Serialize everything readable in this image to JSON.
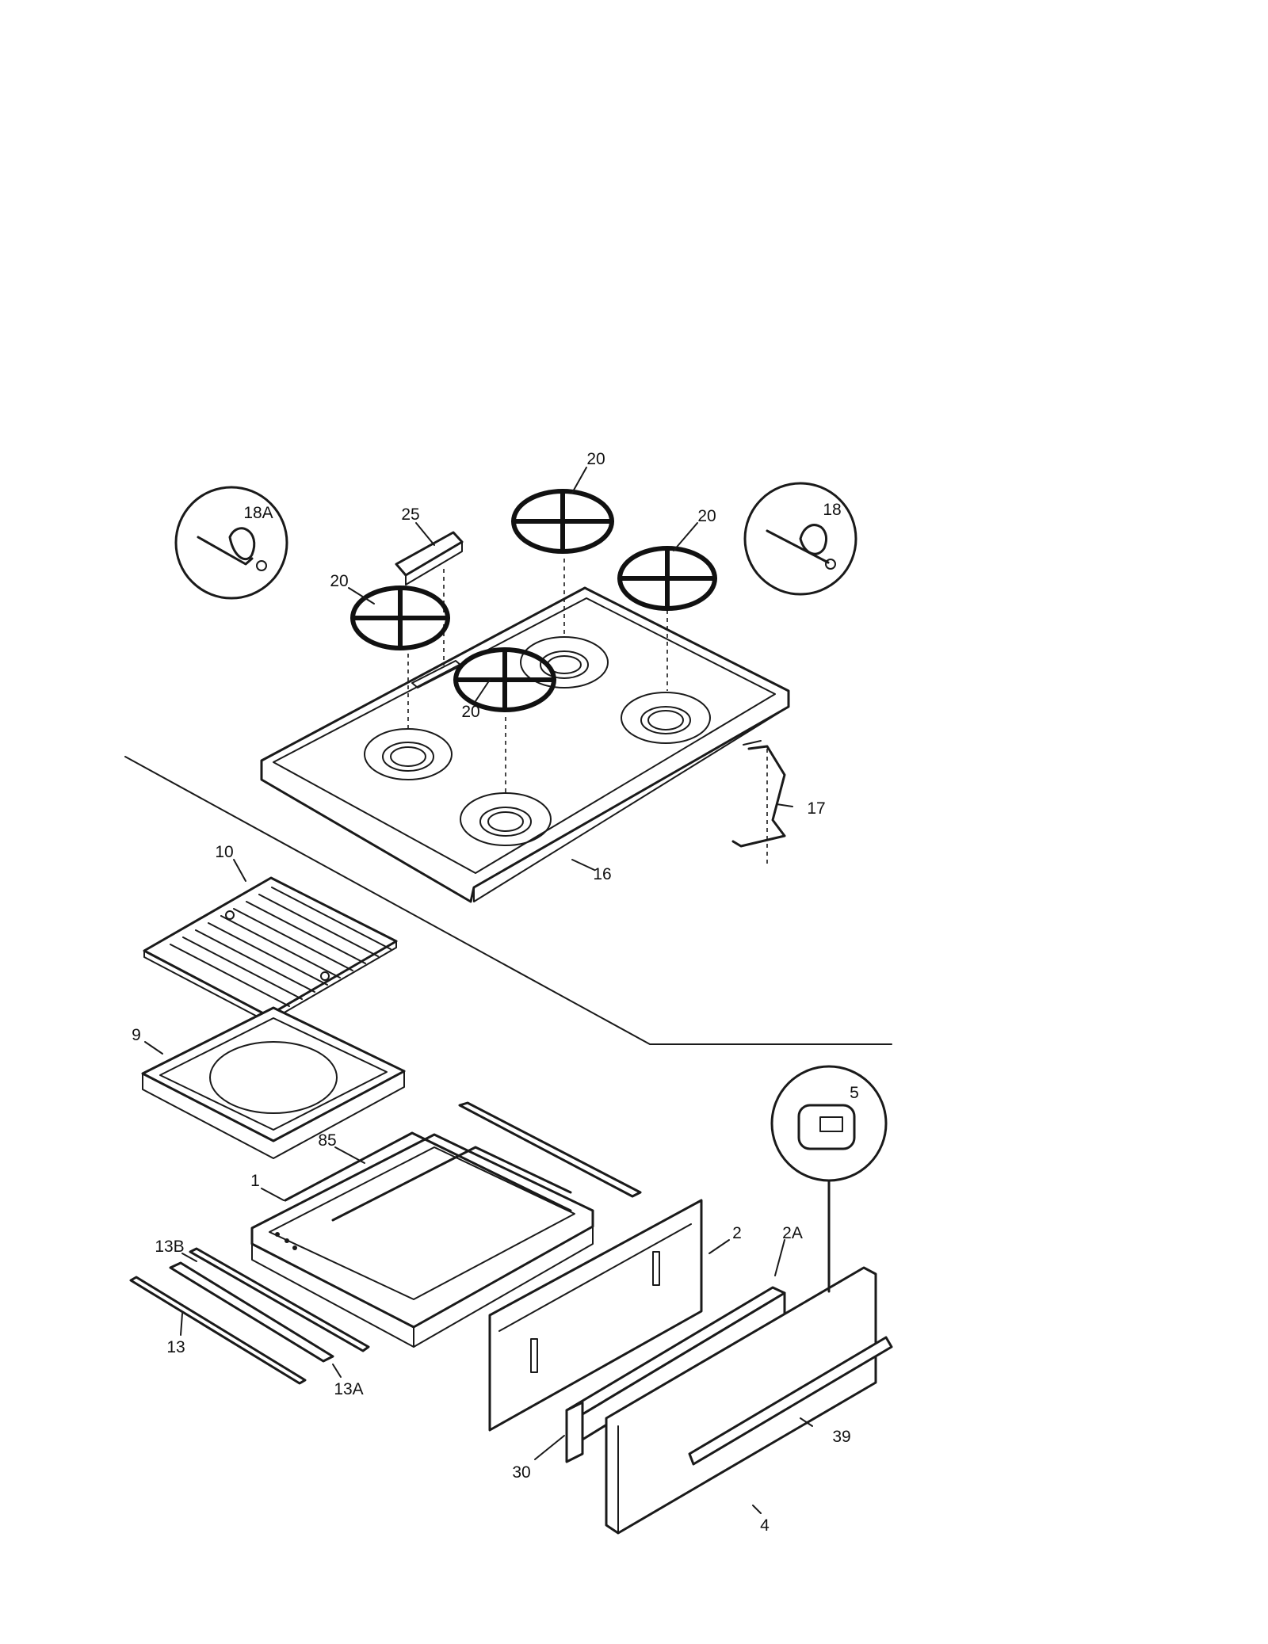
{
  "callouts": {
    "p20a": "20",
    "p20b": "20",
    "p20c": "20",
    "p20d": "20",
    "p25": "25",
    "p18A": "18A",
    "p18": "18",
    "p17": "17",
    "p16": "16",
    "p10": "10",
    "p9": "9",
    "p85": "85",
    "p1": "1",
    "p5": "5",
    "p2": "2",
    "p2A": "2A",
    "p13B": "13B",
    "p13": "13",
    "p13A": "13A",
    "p39": "39",
    "p30": "30",
    "p4": "4"
  }
}
